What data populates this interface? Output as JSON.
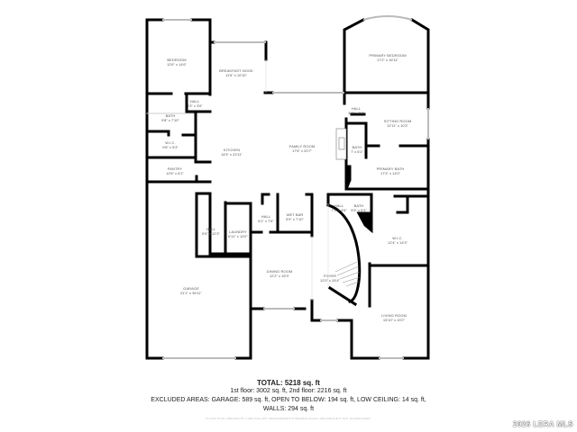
{
  "floor_plan": {
    "rooms": [
      {
        "name": "BEDROOM",
        "dims": "12'6\" x 14'6\""
      },
      {
        "name": "BREAKFAST NOOK",
        "dims": "11'6\" x 10'10\""
      },
      {
        "name": "PRIMARY BEDROOM",
        "dims": "17'2\" x 16'11\""
      },
      {
        "name": "HALL",
        "dims": "4'3\" x 3'6\""
      },
      {
        "name": "BATH",
        "dims": "9'8\" x 7'10\""
      },
      {
        "name": "W.I.C.",
        "dims": "9'8\" x 5'3\""
      },
      {
        "name": "KITCHEN",
        "dims": "14'5\" x 22'11\""
      },
      {
        "name": "FAMILY ROOM",
        "dims": "17'6\" x 20'7\""
      },
      {
        "name": "HALL",
        "dims": "4'1\" x 4'8\""
      },
      {
        "name": "SITTING ROOM",
        "dims": "12'11\" x 10'3\""
      },
      {
        "name": "BATH",
        "dims": "7' x 6'1\""
      },
      {
        "name": "PRIMARY BATH",
        "dims": "17'3\" x 14'0\""
      },
      {
        "name": "PANTRY",
        "dims": "12'6\" x 6'1\""
      },
      {
        "name": "HALL",
        "dims": "5'9\" x 12'3\""
      },
      {
        "name": "LAUNDRY",
        "dims": "6'11\" x 10'0\""
      },
      {
        "name": "HALL",
        "dims": "6'1\" x 7'6\""
      },
      {
        "name": "WET BAR",
        "dims": "5'9\" x 7'10\""
      },
      {
        "name": "HALL",
        "dims": "7'1\" x 3'6\""
      },
      {
        "name": "BATH",
        "dims": "5'9\" x 5'3\""
      },
      {
        "name": "W.I.C.",
        "dims": "12'4\" x 14'3\""
      },
      {
        "name": "GARAGE",
        "dims": "21'1\" x 35'11\""
      },
      {
        "name": "DINING ROOM",
        "dims": "12'2\" x 15'3\""
      },
      {
        "name": "FOYER",
        "dims": "12'0\" x 26'4\""
      },
      {
        "name": "LIVING ROOM",
        "dims": "15'10\" x 19'2\""
      }
    ]
  },
  "summary": {
    "total": "TOTAL: 5218 sq. ft",
    "floors": "1st floor: 3002 sq. ft, 2nd floor: 2216 sq. ft",
    "excluded": "EXCLUDED AREAS: GARAGE: 589 sq. ft, OPEN TO BELOW: 194 sq. ft, LOW CEILING: 14 sq. ft,",
    "walls": "WALLS: 294 sq. ft",
    "disclaimer": "FLOOR PLAN CREATED BY CUBICASA APP. MEASUREMENTS DEEMED HIGHLY RELIABLE BUT NOT GUARANTEED."
  },
  "watermark": "2026 LERA MLS"
}
